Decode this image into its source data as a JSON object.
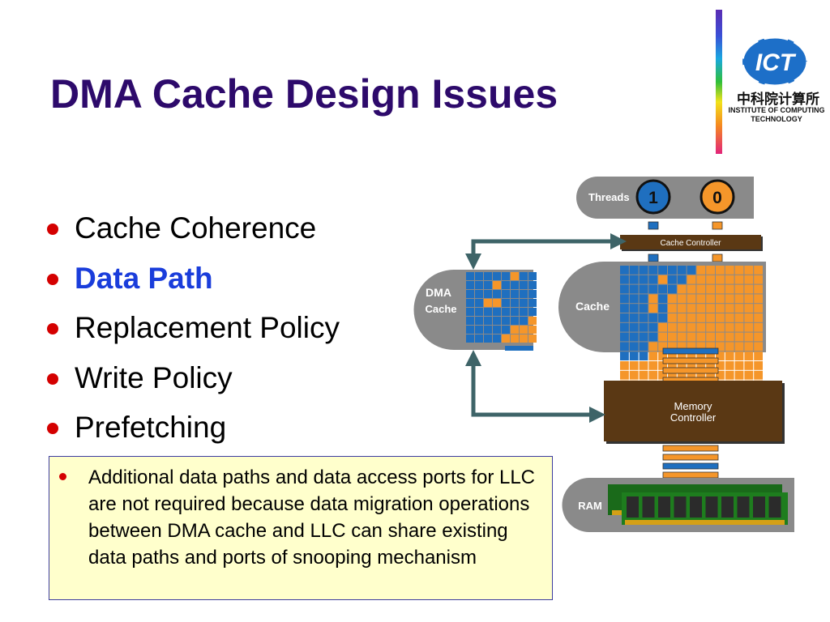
{
  "slide": {
    "title": "DMA Cache Design Issues",
    "bullets": [
      {
        "label": "Cache Coherence",
        "highlight": false
      },
      {
        "label": "Data Path",
        "highlight": true
      },
      {
        "label": "Replacement Policy",
        "highlight": false
      },
      {
        "label": "Write Policy",
        "highlight": false
      },
      {
        "label": "Prefetching",
        "highlight": false
      }
    ],
    "note": "Additional data paths and data access ports for LLC are not required because data migration operations between DMA cache and LLC can share existing data paths and ports of snooping mechanism"
  },
  "logo": {
    "mark": "ICT",
    "chinese": "中科院计算所",
    "caption_line1": "INSTITUTE OF COMPUTING",
    "caption_line2": "TECHNOLOGY"
  },
  "diagram": {
    "threads_label": "Threads",
    "thread_1": "1",
    "thread_0": "0",
    "cache_controller_label": "Cache Controller",
    "dma_label": "DMA",
    "dma_cache_label": "Cache",
    "cache_label": "Cache",
    "memory_controller_line1": "Memory",
    "memory_controller_line2": "Controller",
    "ram_label": "RAM"
  },
  "colors": {
    "title": "#2d0a6b",
    "bullet_dot": "#d40000",
    "highlight": "#1a3ddb",
    "note_bg": "#ffffcc",
    "blue_block": "#1f6fbf",
    "orange_block": "#f5962a",
    "controller_brown": "#5a3814",
    "arrow": "#3e6468"
  }
}
